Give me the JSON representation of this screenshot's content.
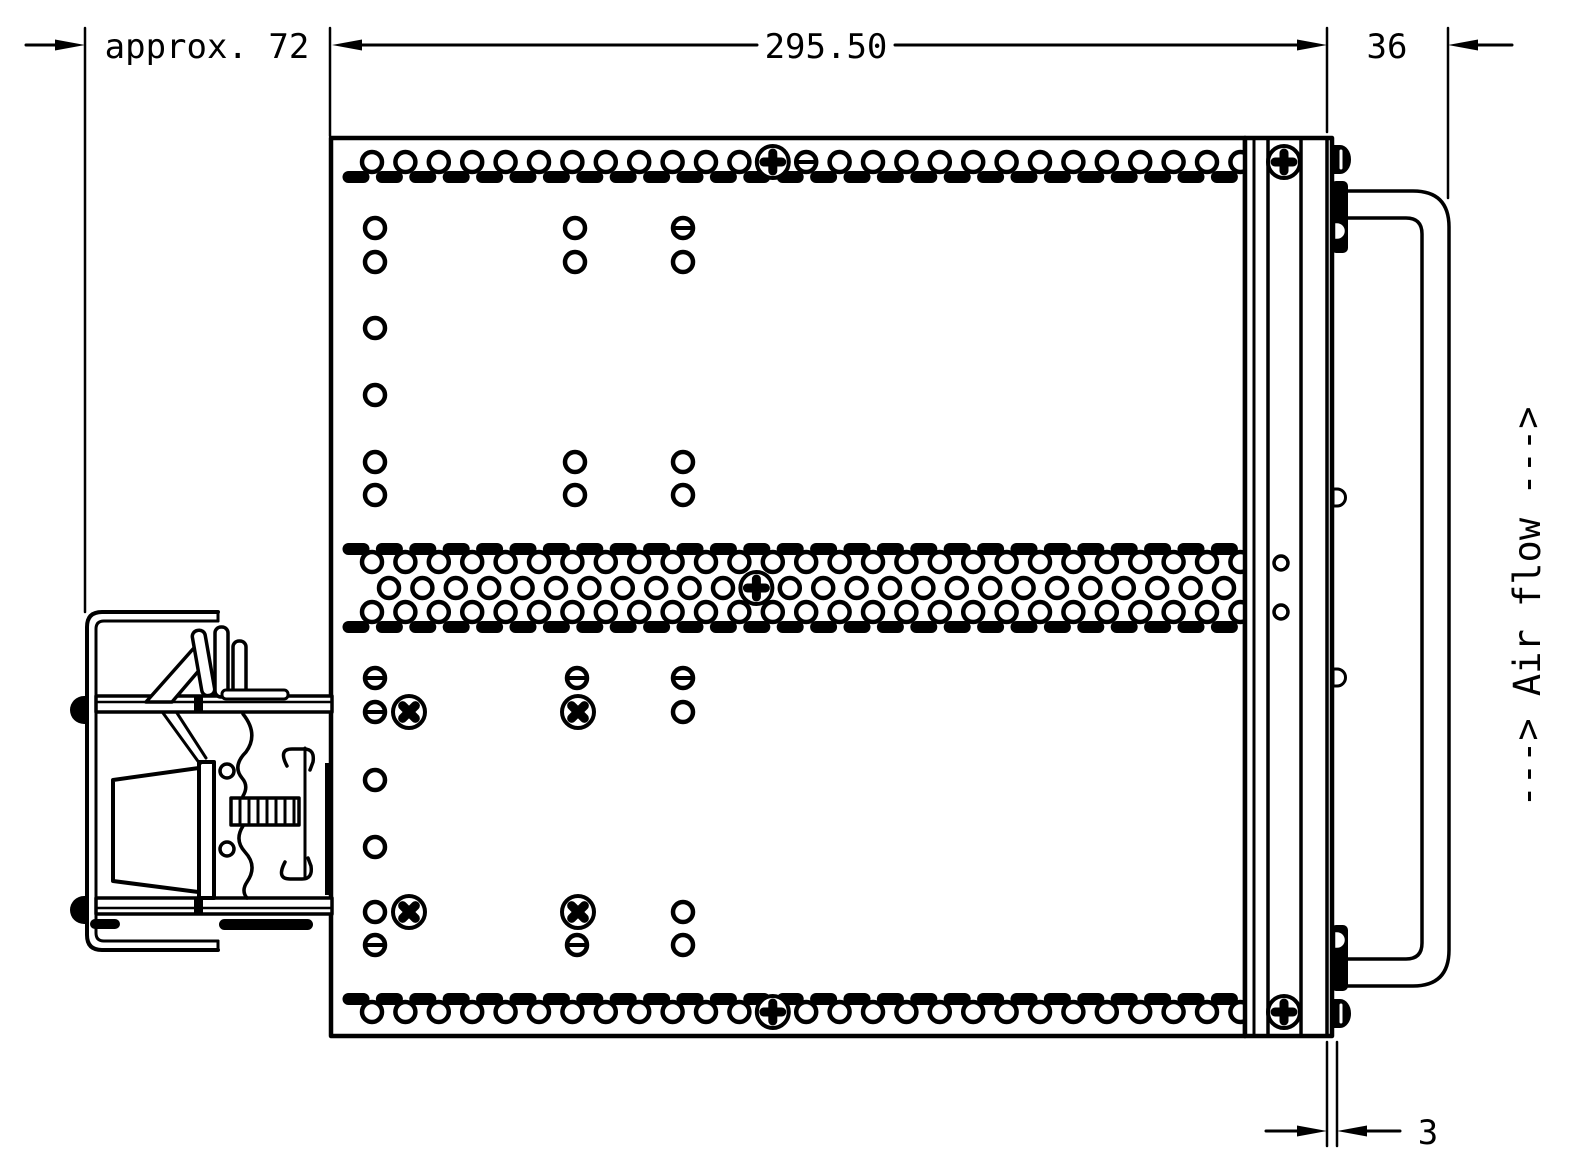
{
  "page": {
    "background": "#ffffff",
    "line_color": "#000000"
  },
  "dimensions": {
    "front_assembly_width": "approx. 72",
    "body_length": "295.50",
    "front_panel_depth": "36",
    "rear_lip_thickness": "3"
  },
  "annotations": {
    "air_flow": "---> Air flow --->"
  }
}
